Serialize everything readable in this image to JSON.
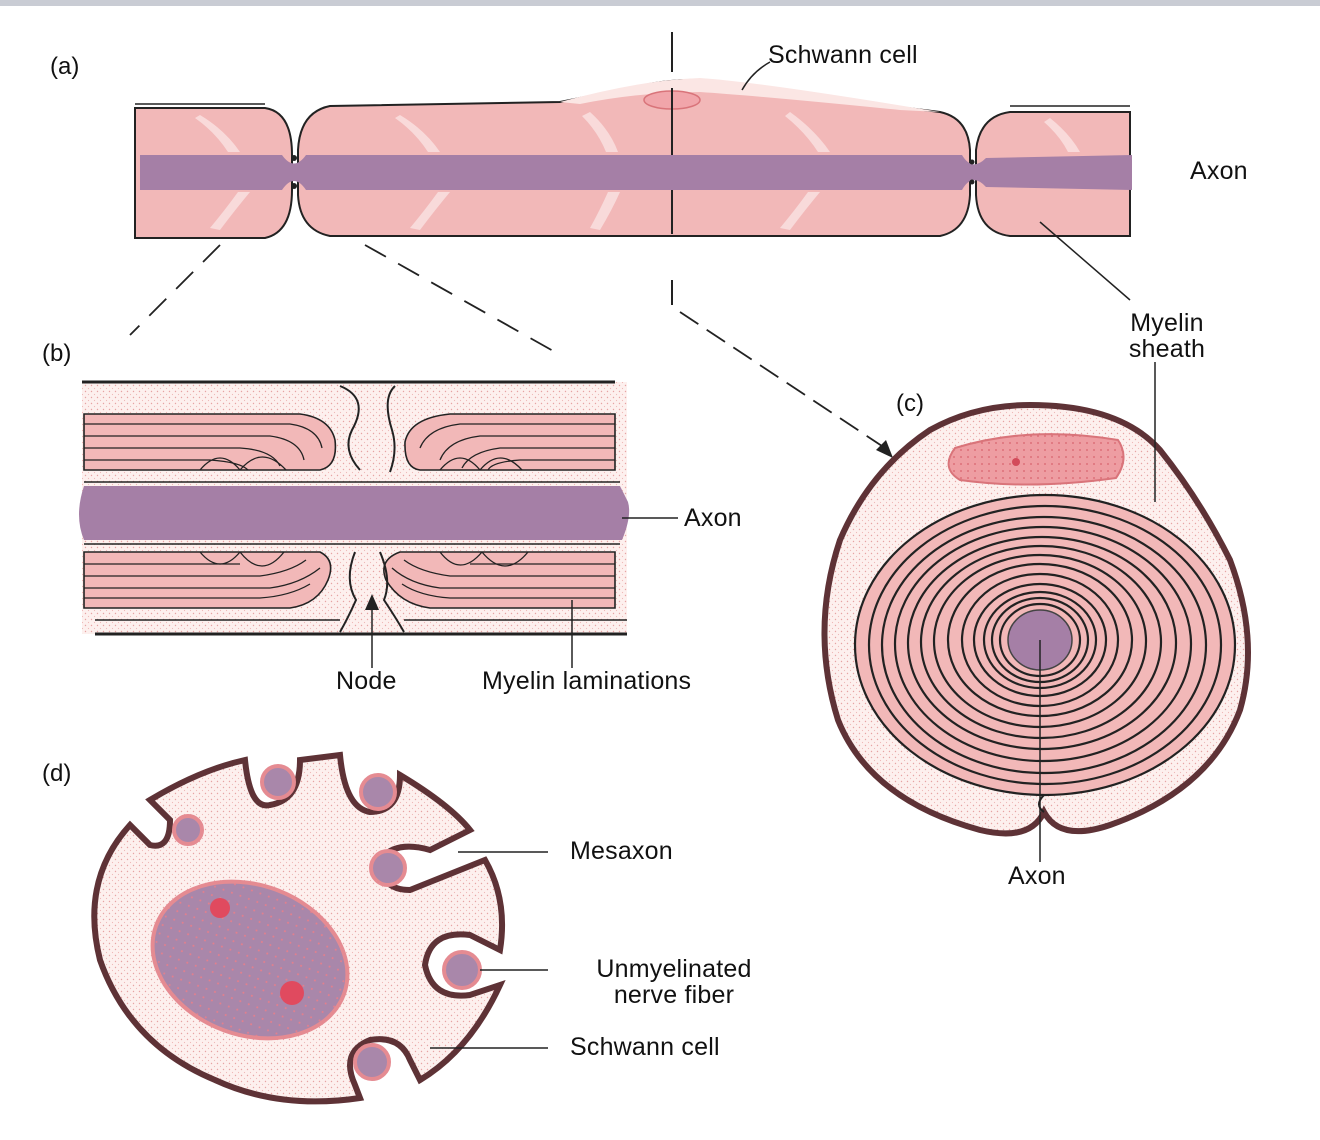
{
  "panels": {
    "a": "(a)",
    "b": "(b)",
    "c": "(c)",
    "d": "(d)"
  },
  "labels": {
    "a_schwann_cell": "Schwann cell",
    "a_axon": "Axon",
    "myelin_sheath_1": "Myelin",
    "myelin_sheath_2": "sheath",
    "b_axon": "Axon",
    "b_node": "Node",
    "b_myelin_laminations": "Myelin laminations",
    "c_axon": "Axon",
    "d_mesaxon": "Mesaxon",
    "d_unmyelinated_1": "Unmyelinated",
    "d_unmyelinated_2": "nerve fiber",
    "d_schwann_cell": "Schwann cell"
  },
  "colors": {
    "axon": "#a57fa6",
    "myelin": "#f1b3b4",
    "myelin_dark": "#d9747a",
    "cytoplasm": "#fbe8e6",
    "outline": "#222222",
    "membrane": "#6b3b40"
  }
}
